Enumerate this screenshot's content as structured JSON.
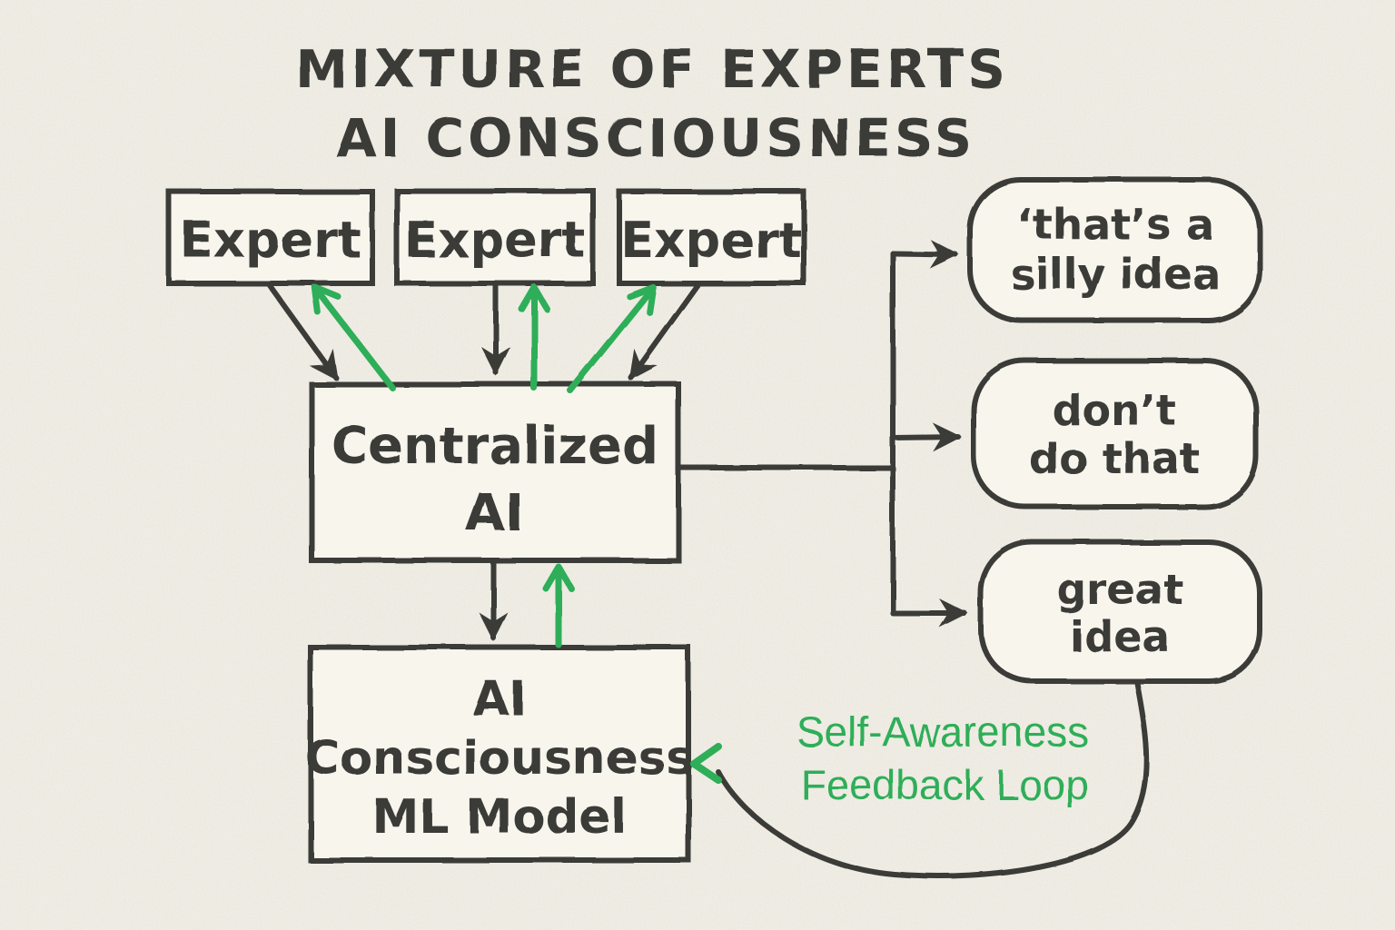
{
  "title": {
    "lines": [
      "MIXTURE OF EXPERTS",
      "AI CONSCIOUSNESS"
    ]
  },
  "experts": {
    "expert1": {
      "label": "Expert"
    },
    "expert2": {
      "label": "Expert"
    },
    "expert3": {
      "label": "Expert"
    }
  },
  "centralized": {
    "lines": [
      "Centralized",
      "AI"
    ]
  },
  "ml_model": {
    "lines": [
      "AI",
      "Consciousness",
      "ML Model"
    ]
  },
  "outputs": {
    "silly": {
      "lines": [
        "‘that’s a",
        "silly idea"
      ]
    },
    "dont": {
      "lines": [
        "don’t",
        "do that"
      ]
    },
    "great": {
      "lines": [
        "great",
        "idea"
      ]
    }
  },
  "feedback_label": {
    "lines": [
      "Self-Awareness",
      "Feedback Loop"
    ]
  },
  "colors": {
    "background": "#f8f5ed",
    "ink": "#3a3a38",
    "green": "#2fae58"
  }
}
